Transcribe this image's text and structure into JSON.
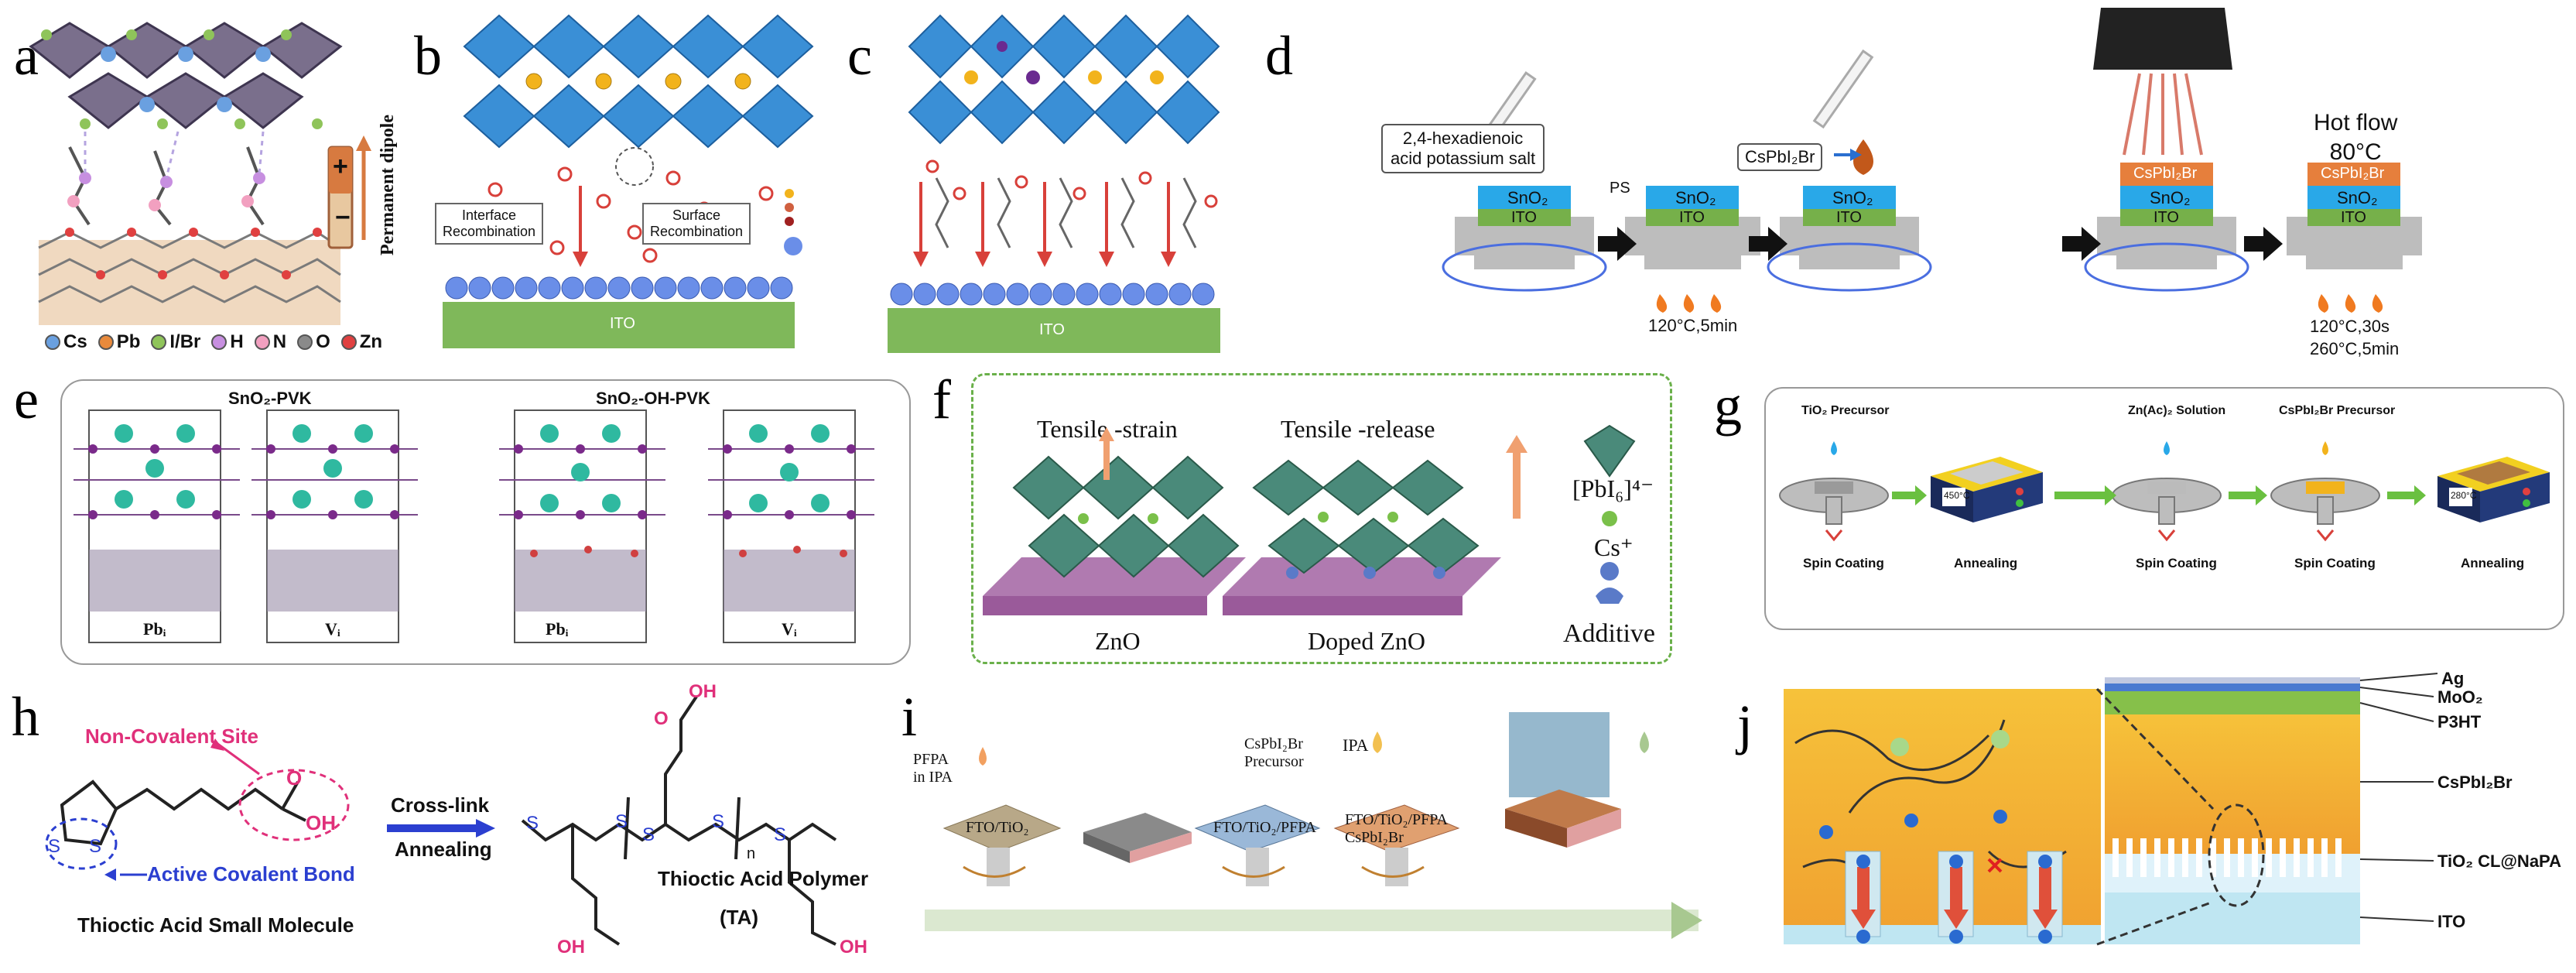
{
  "panels": {
    "a": {
      "label": "a",
      "permanent_dipole": "Permanent dipole",
      "plus": "+",
      "minus": "−",
      "legend": [
        {
          "sym": "Cs",
          "color": "#6aa0e0"
        },
        {
          "sym": "Pb",
          "color": "#e98a3c"
        },
        {
          "sym": "I/Br",
          "color": "#8fc45a"
        },
        {
          "sym": "H",
          "color": "#c78fe0"
        },
        {
          "sym": "N",
          "color": "#f2a0c0"
        },
        {
          "sym": "O",
          "color": "#8a8a8a"
        },
        {
          "sym": "Zn",
          "color": "#e04040"
        }
      ]
    },
    "b": {
      "label": "b",
      "interface": "Interface\nRecombination",
      "surface": "Surface\nRecombination",
      "ito": "ITO"
    },
    "c": {
      "label": "c",
      "ito": "ITO"
    },
    "d": {
      "label": "d",
      "reagent": "2,4-hexadienoic\nacid potassium salt",
      "ps": "PS",
      "sno2": "SnO₂",
      "ito": "ITO",
      "cspbi2br": "CsPbI₂Br",
      "hot_flow": "Hot flow\n80°C",
      "cond1": "120°C,5min",
      "cond2": "120°C,30s\n260°C,5min"
    },
    "e": {
      "label": "e",
      "title_left": "SnO₂-PVK",
      "title_right": "SnO₂-OH-PVK",
      "cells": [
        "Pbᵢ",
        "Vᵢ",
        "Pbᵢ",
        "Vᵢ"
      ]
    },
    "f": {
      "label": "f",
      "tensile_strain": "Tensile -strain",
      "tensile_release": "Tensile -release",
      "zno": "ZnO",
      "doped_zno": "Doped ZnO",
      "pbi6": "[PbI₆]⁴⁻",
      "cs": "Cs⁺",
      "additive": "Additive"
    },
    "g": {
      "label": "g",
      "tio2_precursor": "TiO₂ Precursor",
      "zn_solution": "Zn(Ac)₂ Solution",
      "cspbi2br_precursor": "CsPbI₂Br Precursor",
      "steps": [
        "Spin Coating",
        "Annealing",
        "Spin Coating",
        "Spin Coating",
        "Annealing"
      ],
      "temp1": "450°C",
      "temp2": "280°C"
    },
    "h": {
      "label": "h",
      "non_covalent": "Non-Covalent Site",
      "active_covalent": "Active Covalent Bond",
      "small_molecule": "Thioctic Acid Small Molecule",
      "crosslink": "Cross-link",
      "annealing": "Annealing",
      "polymer": "Thioctic Acid Polymer",
      "ta": "(TA)",
      "oh": "OH",
      "o": "O",
      "s": "S",
      "n": "n"
    },
    "i": {
      "label": "i",
      "pfpa": "PFPA\nin IPA",
      "fto_tio2": "FTO/TiO₂",
      "precursor": "CsPbI₂Br\nPrecursor",
      "fto_tio2_pfpa": "FTO/TiO₂/PFPA",
      "ipa": "IPA",
      "fto_full": "FTO/TiO₂/PFPA\nCsPbI₂Br"
    },
    "j": {
      "label": "j",
      "layers": [
        "Ag",
        "MoO₂",
        "P3HT",
        "CsPbI₂Br",
        "TiO₂ CL@NaPA",
        "ITO"
      ]
    }
  },
  "colors": {
    "blue_oct": "#3a8fd6",
    "cs_yellow": "#f2b31c",
    "ito_green": "#76b04a",
    "sno2_blue": "#29a8e8",
    "perov_orange": "#e67f3c",
    "arrow_red": "#d8403a",
    "teal": "#2fb9a0",
    "pink": "#e0307a",
    "navy": "#2b3fd0"
  }
}
